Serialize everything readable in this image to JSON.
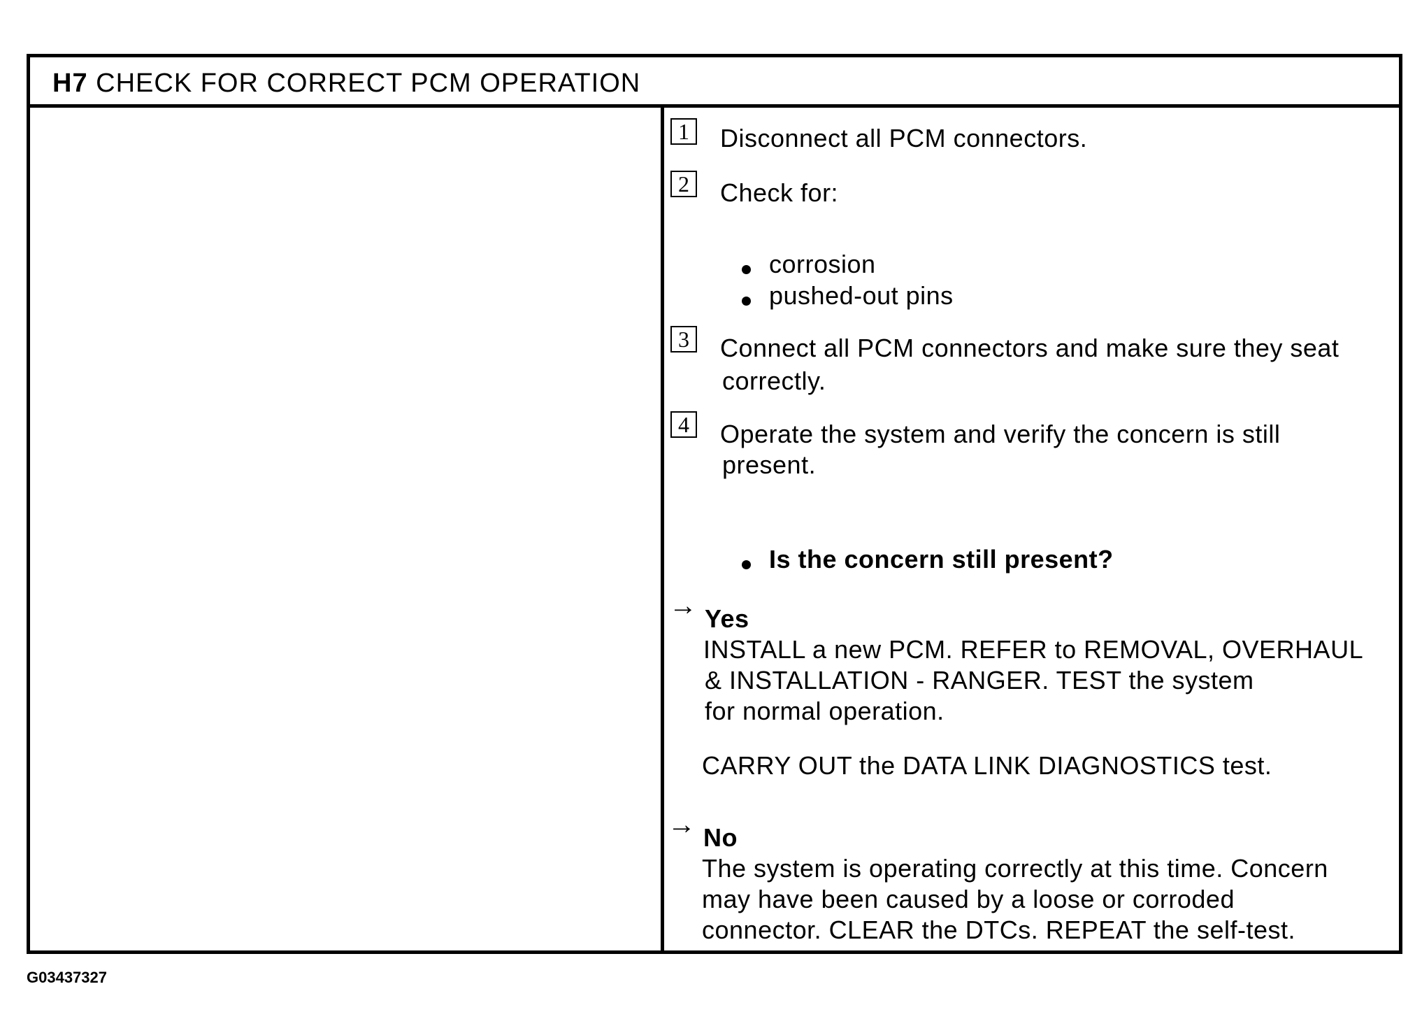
{
  "header": {
    "code": "H7",
    "title": "CHECK FOR CORRECT PCM OPERATION"
  },
  "steps": [
    {
      "number": "1",
      "lines": [
        "Disconnect all PCM connectors."
      ]
    },
    {
      "number": "2",
      "lines": [
        "Check for:"
      ]
    },
    {
      "number": "3",
      "lines": [
        "Connect all PCM connectors and make sure they seat",
        "correctly."
      ]
    },
    {
      "number": "4",
      "lines": [
        "Operate the system and verify the concern is still",
        "present."
      ]
    }
  ],
  "check_items": [
    "corrosion",
    "pushed-out pins"
  ],
  "question": "Is the concern still present?",
  "yes": {
    "label": "Yes",
    "lines": [
      "INSTALL a new PCM. REFER to REMOVAL, OVERHAUL",
      "& INSTALLATION - RANGER.  TEST the system",
      "for normal operation."
    ],
    "extra": "CARRY OUT the DATA LINK DIAGNOSTICS test."
  },
  "no": {
    "label": "No",
    "lines": [
      "The system is operating correctly at this time. Concern",
      "may have been caused by a loose or corroded",
      "connector. CLEAR the DTCs. REPEAT the self-test."
    ]
  },
  "figure_code": "G03437327",
  "arrow_icon": "right-arrow-icon",
  "bullet_icon": "bullet-icon"
}
